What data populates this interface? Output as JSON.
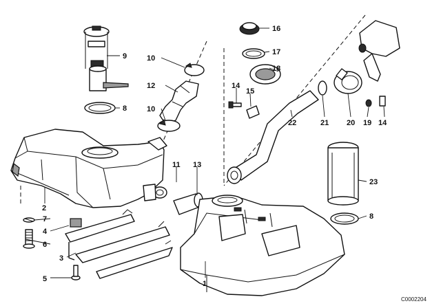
{
  "diagram": {
    "callouts": [
      {
        "id": "c1",
        "text": "1"
      },
      {
        "id": "c2",
        "text": "2"
      },
      {
        "id": "c3",
        "text": "3"
      },
      {
        "id": "c4",
        "text": "4"
      },
      {
        "id": "c5",
        "text": "5"
      },
      {
        "id": "c6",
        "text": "6"
      },
      {
        "id": "c7",
        "text": "7"
      },
      {
        "id": "c8a",
        "text": "8"
      },
      {
        "id": "c8b",
        "text": "8"
      },
      {
        "id": "c9",
        "text": "9"
      },
      {
        "id": "c10a",
        "text": "10"
      },
      {
        "id": "c10b",
        "text": "10"
      },
      {
        "id": "c11",
        "text": "11"
      },
      {
        "id": "c12",
        "text": "12"
      },
      {
        "id": "c13",
        "text": "13"
      },
      {
        "id": "c14a",
        "text": "14"
      },
      {
        "id": "c14b",
        "text": "14"
      },
      {
        "id": "c15",
        "text": "15"
      },
      {
        "id": "c16",
        "text": "16"
      },
      {
        "id": "c17",
        "text": "17"
      },
      {
        "id": "c18",
        "text": "18"
      },
      {
        "id": "c19",
        "text": "19"
      },
      {
        "id": "c20",
        "text": "20"
      },
      {
        "id": "c21",
        "text": "21"
      },
      {
        "id": "c22",
        "text": "22"
      },
      {
        "id": "c23",
        "text": "23"
      }
    ],
    "drawing_code": "C0002204"
  }
}
